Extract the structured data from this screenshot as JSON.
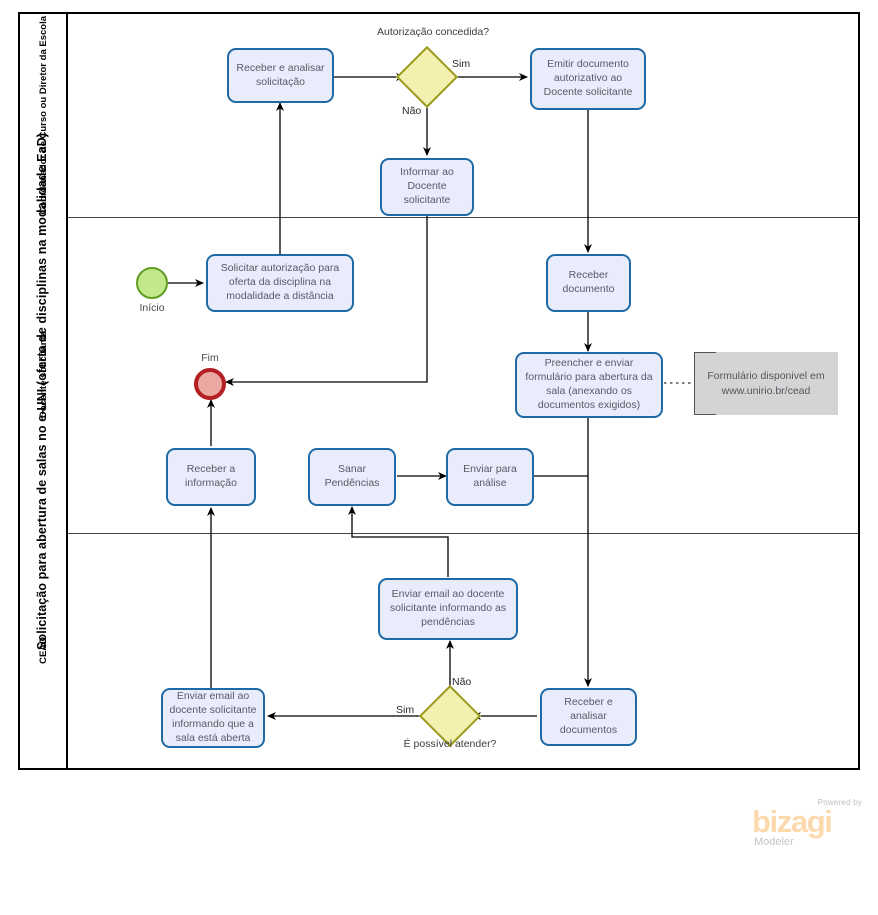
{
  "pool": {
    "title": "Solicitação para abertura de salas no e-UNI (oferta de disciplinas na modalidade EaD)"
  },
  "lanes": [
    {
      "id": "coordenador",
      "label": "Coordenador de Curso ou Diretor da Escola"
    },
    {
      "id": "docente",
      "label": "Docente  solicitante"
    },
    {
      "id": "cead",
      "label": "CEAD"
    }
  ],
  "events": [
    {
      "id": "start",
      "type": "start",
      "label": "Início"
    },
    {
      "id": "end",
      "type": "end",
      "label": "Fim"
    }
  ],
  "tasks": [
    {
      "id": "receber-analisar-solicitacao",
      "lane": "coordenador",
      "label": "Receber  e analisar solicitação"
    },
    {
      "id": "emitir-documento-autorizativo",
      "lane": "coordenador",
      "label": "Emitir documento autorizativo ao Docente solicitante"
    },
    {
      "id": "informar-docente-solicitante",
      "lane": "coordenador",
      "label": "Informar ao Docente solicitante"
    },
    {
      "id": "solicitar-autorizacao",
      "lane": "docente",
      "label": "Solicitar autorização para oferta da disciplina na modalidade a distância"
    },
    {
      "id": "receber-documento",
      "lane": "docente",
      "label": "Receber documento"
    },
    {
      "id": "preencher-enviar-formulario",
      "lane": "docente",
      "label": "Preencher e enviar formulário para abertura da sala (anexando os documentos exigidos)"
    },
    {
      "id": "receber-informacao",
      "lane": "docente",
      "label": "Receber a informação"
    },
    {
      "id": "sanar-pendencias",
      "lane": "docente",
      "label": "Sanar Pendências"
    },
    {
      "id": "enviar-para-analise",
      "lane": "docente",
      "label": "Enviar para análise"
    },
    {
      "id": "enviar-email-pendencias",
      "lane": "cead",
      "label": "Enviar email ao docente solicitante informando as pendências"
    },
    {
      "id": "enviar-email-sala-aberta",
      "lane": "cead",
      "label": "Enviar email ao docente solicitante informando que a sala está aberta"
    },
    {
      "id": "receber-analisar-documentos",
      "lane": "cead",
      "label": "Receber e analisar documentos"
    }
  ],
  "gateways": [
    {
      "id": "autorizacao-concedida",
      "lane": "coordenador",
      "label": "Autorização concedida?"
    },
    {
      "id": "e-possivel-atender",
      "lane": "cead",
      "label": "É possível atender?"
    }
  ],
  "flow_labels": [
    {
      "id": "gw1-sim",
      "text": "Sim"
    },
    {
      "id": "gw1-nao",
      "text": "Não"
    },
    {
      "id": "gw2-nao",
      "text": "Não"
    },
    {
      "id": "gw2-sim",
      "text": "Sim"
    }
  ],
  "annotations": [
    {
      "id": "formulario-disponivel",
      "text": "Formulário disponivel em www.unirio.br/cead"
    }
  ],
  "logo": {
    "powered_by": "Powered by",
    "brand": "bizagi",
    "product": "Modeler"
  },
  "colors": {
    "task_fill": "#e9ecfb",
    "task_border": "#1f6aa5",
    "gateway_fill": "#f4f0b0",
    "gateway_border": "#9a9a1e",
    "start_fill": "#c2e88a",
    "start_border": "#5f9e22",
    "end_fill": "#eba9a4",
    "end_border": "#b51f24",
    "annotation_fill": "#d4d4d4",
    "brand_orange": "#fcd9ad"
  }
}
